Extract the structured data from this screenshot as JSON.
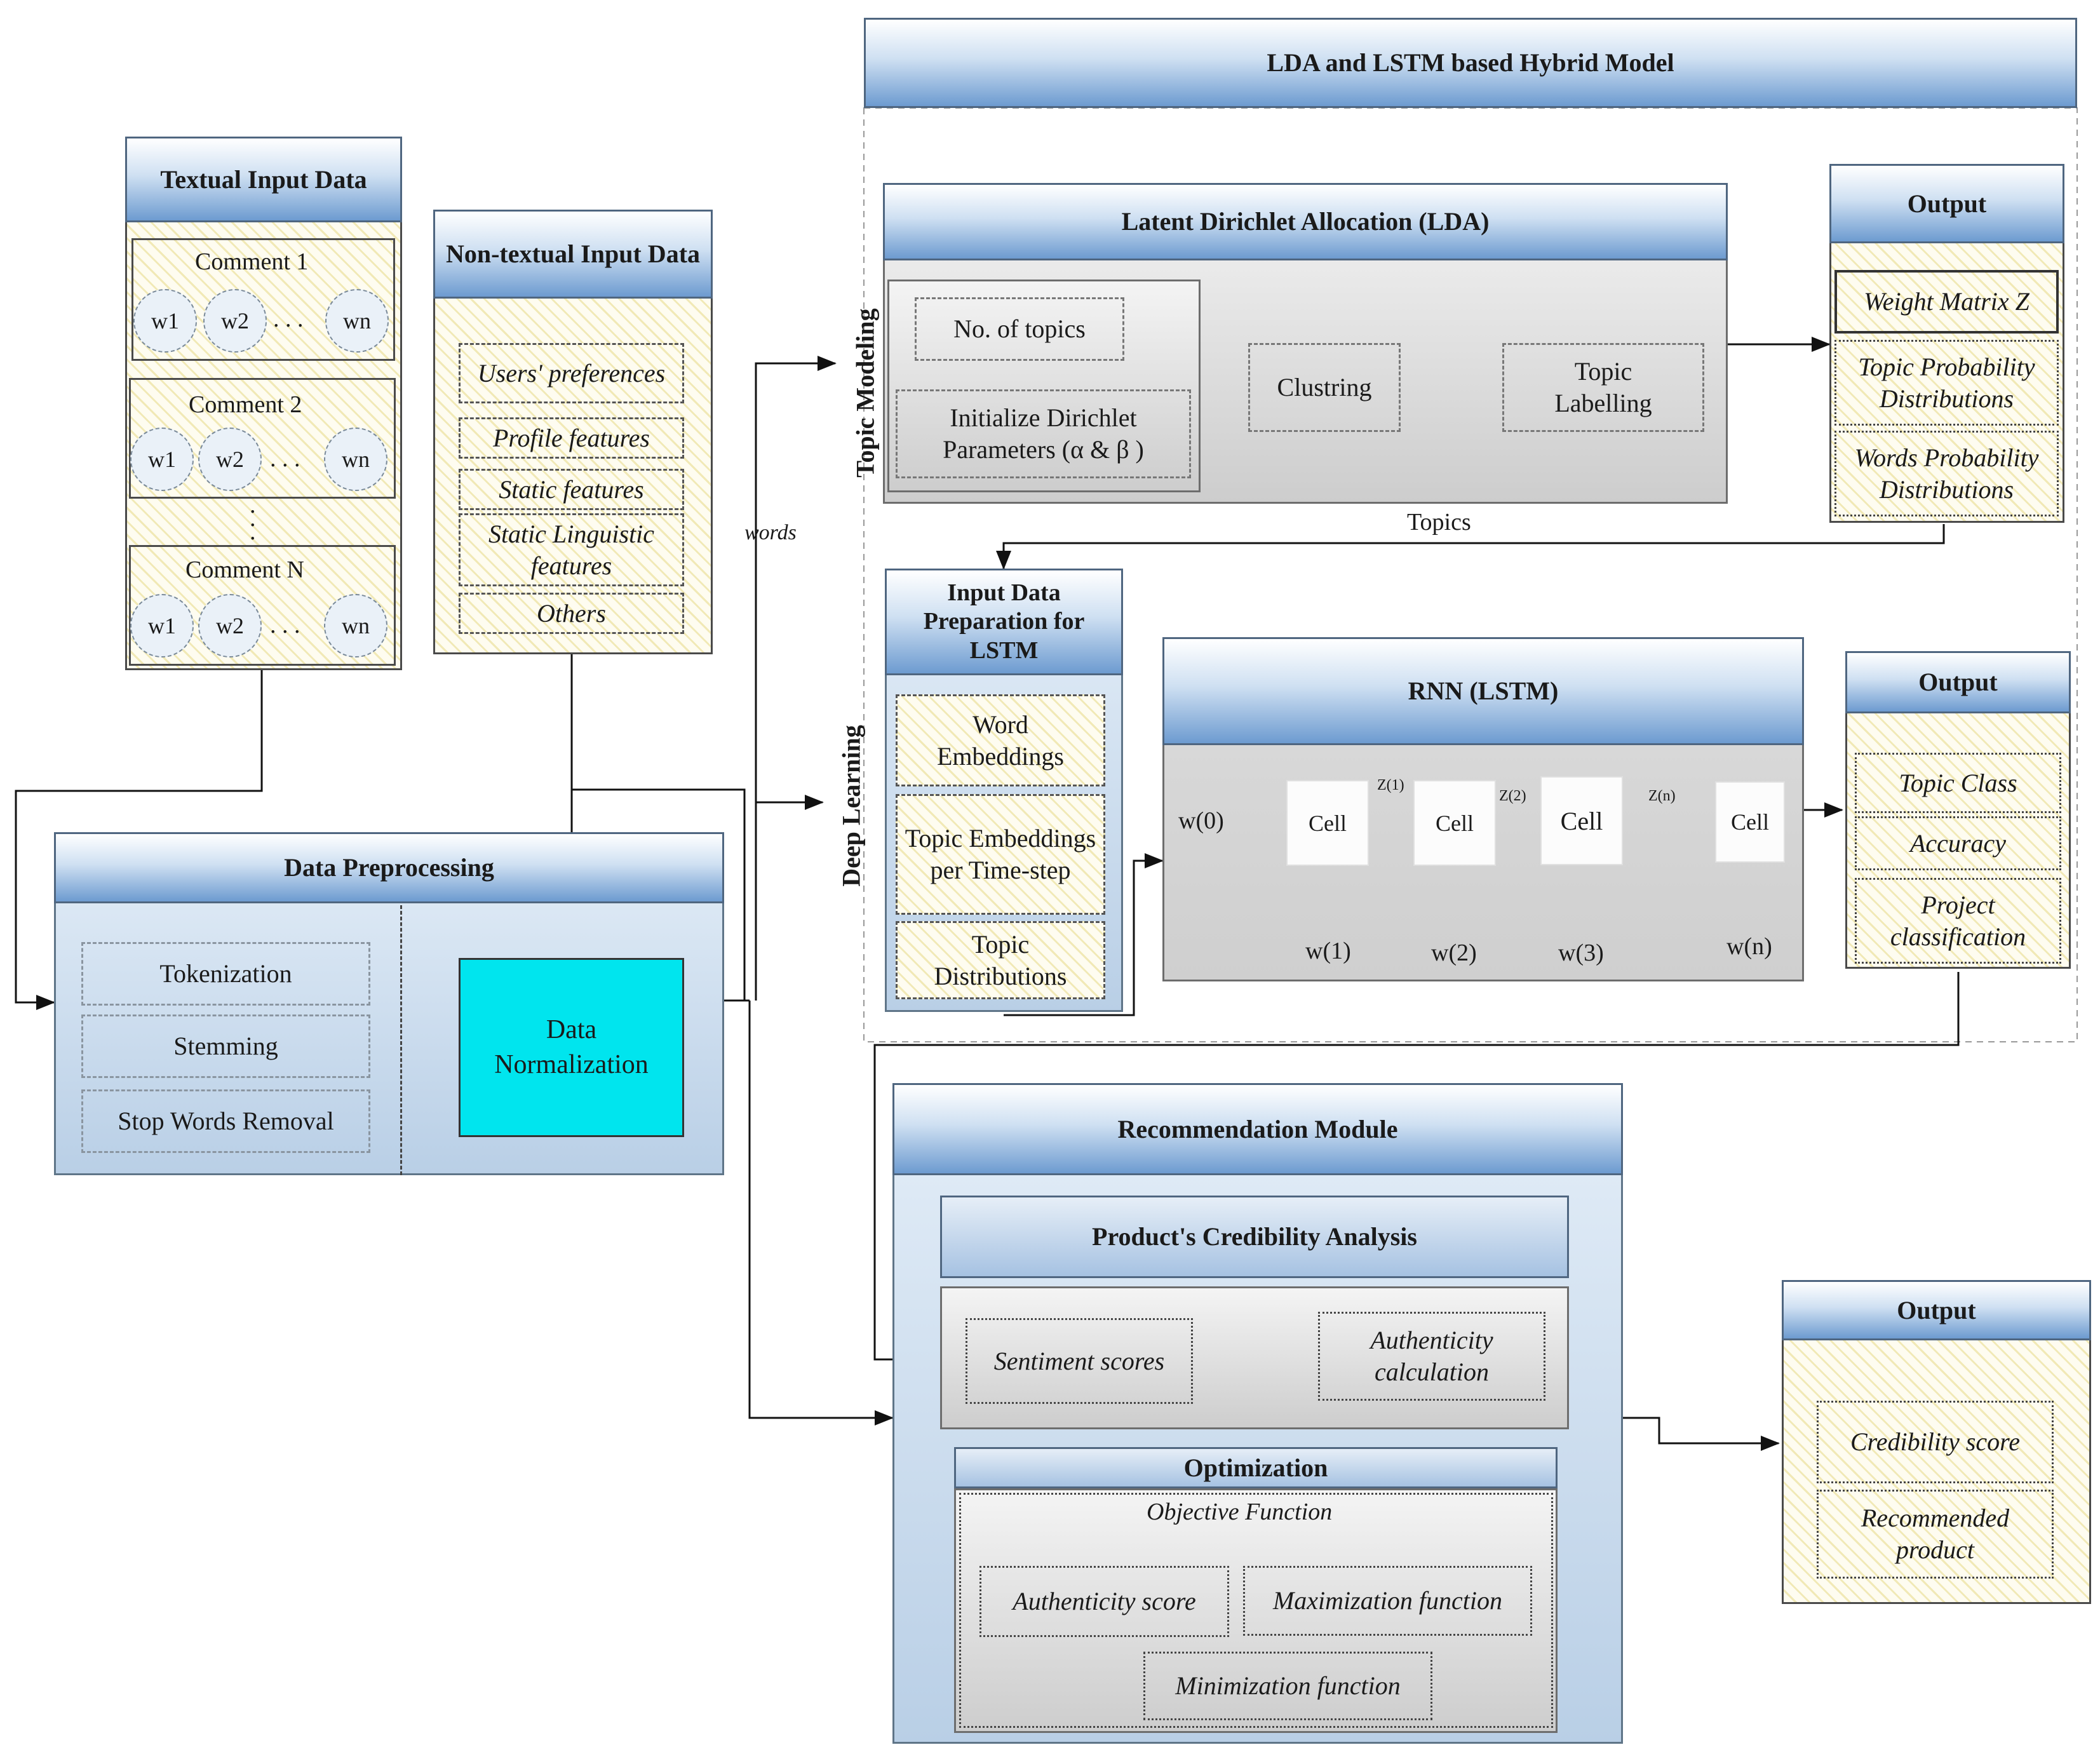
{
  "hybrid": {
    "title": "LDA and LSTM based Hybrid Model"
  },
  "textual": {
    "title": "Textual Input Data",
    "comments": [
      {
        "label": "Comment 1",
        "words": [
          "w1",
          "w2",
          "wn"
        ]
      },
      {
        "label": "Comment 2",
        "words": [
          "w1",
          "w2",
          "wn"
        ]
      },
      {
        "label": "Comment N",
        "words": [
          "w1",
          "w2",
          "wn"
        ]
      }
    ]
  },
  "nontextual": {
    "title": "Non-textual Input Data",
    "items": [
      "Users' preferences",
      "Profile features",
      "Static features",
      "Static Linguistic features",
      "Others"
    ]
  },
  "preprocessing": {
    "title": "Data Preprocessing",
    "steps": [
      "Tokenization",
      "Stemming",
      "Stop Words Removal"
    ],
    "normalization": "Data Normalization"
  },
  "lda": {
    "section_label": "Topic Modeling",
    "title": "Latent Dirichlet Allocation (LDA)",
    "num_topics": "No. of topics",
    "init": "Initialize Dirichlet Parameters (α & β )",
    "clustering": "Clustring",
    "labelling": "Topic Labelling",
    "topics_label": "Topics",
    "words_label": "words"
  },
  "output1": {
    "title": "Output",
    "items": [
      "Weight Matrix Z",
      "Topic Probability Distributions",
      "Words Probability Distributions"
    ]
  },
  "lstm_prep": {
    "section_label": "Deep Learning",
    "title": "Input Data Preparation for LSTM",
    "items": [
      "Word Embeddings",
      "Topic Embeddings per Time-step",
      "Topic Distributions"
    ]
  },
  "rnn": {
    "title": "RNN (LSTM)",
    "input0": "w(0)",
    "cells": [
      "Cell",
      "Cell",
      "Cell",
      "Cell"
    ],
    "states": [
      "Z(1)",
      "Z(2)",
      "Z(n)"
    ],
    "inputs": [
      "w(1)",
      "w(2)",
      "w(3)",
      "w(n)"
    ]
  },
  "output2": {
    "title": "Output",
    "items": [
      "Topic Class",
      "Accuracy",
      "Project classification"
    ]
  },
  "recommendation": {
    "title": "Recommendation Module",
    "credibility": "Product's Credibility Analysis",
    "sentiment": "Sentiment scores",
    "authenticity_calc": "Authenticity calculation",
    "optimization": "Optimization",
    "objective": "Objective Function",
    "authenticity_score": "Authenticity score",
    "maximization": "Maximization function",
    "minimization": "Minimization function"
  },
  "output3": {
    "title": "Output",
    "items": [
      "Credibility score",
      "Recommended product"
    ]
  }
}
